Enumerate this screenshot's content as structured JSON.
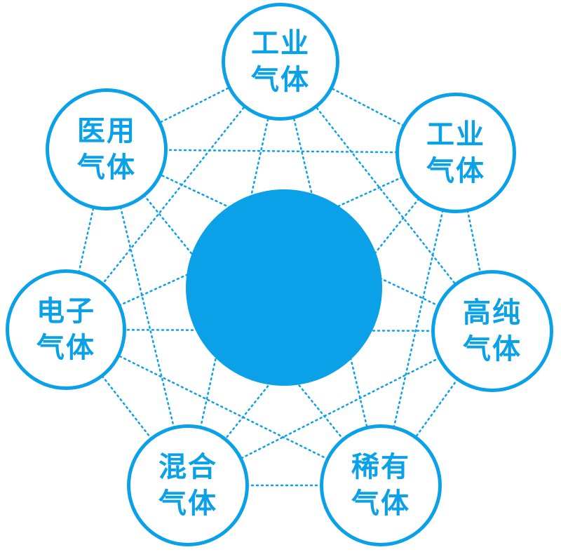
{
  "diagram": {
    "title": "gas-types-network-diagram",
    "colors": {
      "accent": "#0aa1e8",
      "node_fill": "#ffffff",
      "center_fill": "#0aa1e8",
      "connector": "#0aa1e8"
    },
    "center": {
      "label": ""
    },
    "nodes": [
      {
        "id": "industrial-gas-top",
        "label": "工业\n气体"
      },
      {
        "id": "industrial-gas-right",
        "label": "工业\n气体"
      },
      {
        "id": "high-purity-gas",
        "label": "高纯\n气体"
      },
      {
        "id": "rare-gas",
        "label": "稀有\n气体"
      },
      {
        "id": "mixed-gas",
        "label": "混合\n气体"
      },
      {
        "id": "electronic-gas",
        "label": "电子\n气体"
      },
      {
        "id": "medical-gas",
        "label": "医用\n气体"
      }
    ]
  }
}
